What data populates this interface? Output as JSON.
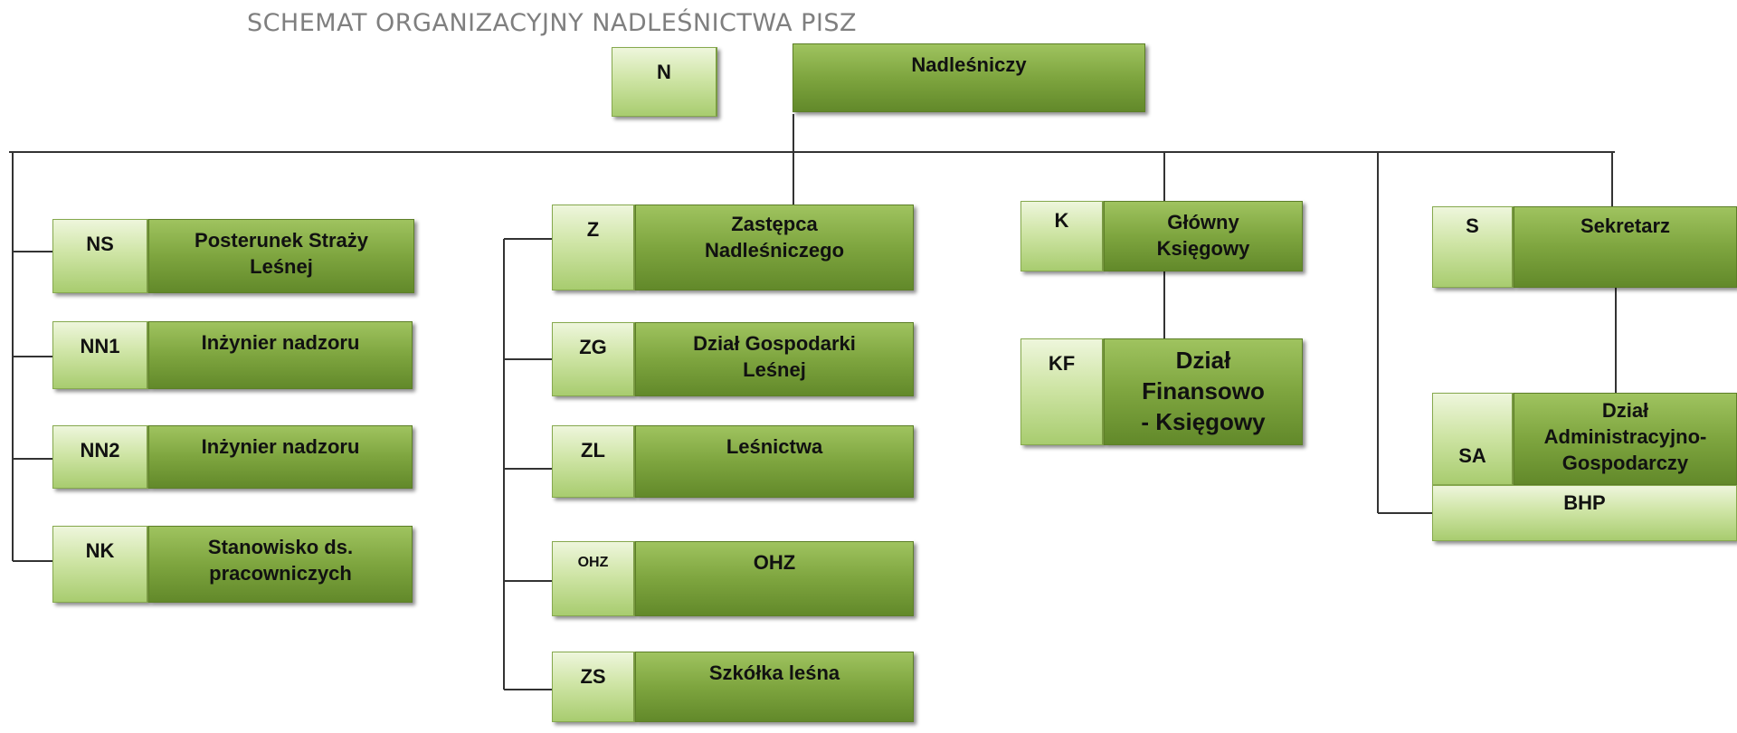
{
  "title": "SCHEMAT ORGANIZACYJNY NADLEŚNICTWA PISZ",
  "colors": {
    "code_box": "#cfe5a6",
    "name_box": "#7ea53f",
    "line": "#333333",
    "title": "#7f7f7f"
  },
  "nodes": {
    "n": {
      "code": "N"
    },
    "nadlesniczy": {
      "name": "Nadleśniczy"
    },
    "ns": {
      "code": "NS",
      "name": "Posterunek Straży\nLeśnej"
    },
    "nn1": {
      "code": "NN1",
      "name": "Inżynier nadzoru"
    },
    "nn2": {
      "code": "NN2",
      "name": "Inżynier nadzoru"
    },
    "nk": {
      "code": "NK",
      "name": "Stanowisko ds.\npracowniczych"
    },
    "z": {
      "code": "Z",
      "name": "Zastępca\nNadleśniczego"
    },
    "zg": {
      "code": "ZG",
      "name": "Dział Gospodarki\nLeśnej"
    },
    "zl": {
      "code": "ZL",
      "name": "Leśnictwa"
    },
    "ohz": {
      "code": "OHZ",
      "name": "OHZ"
    },
    "zs": {
      "code": "ZS",
      "name": "Szkółka leśna"
    },
    "k": {
      "code": "K",
      "name": "Główny\nKsięgowy"
    },
    "kf": {
      "code": "KF",
      "name": "Dział\nFinansowo\n- Księgowy"
    },
    "s": {
      "code": "S",
      "name": "Sekretarz"
    },
    "sa": {
      "code": "SA",
      "name": "Dział\nAdministracyjno-\nGospodarczy"
    },
    "bhp": {
      "name": "BHP"
    }
  }
}
